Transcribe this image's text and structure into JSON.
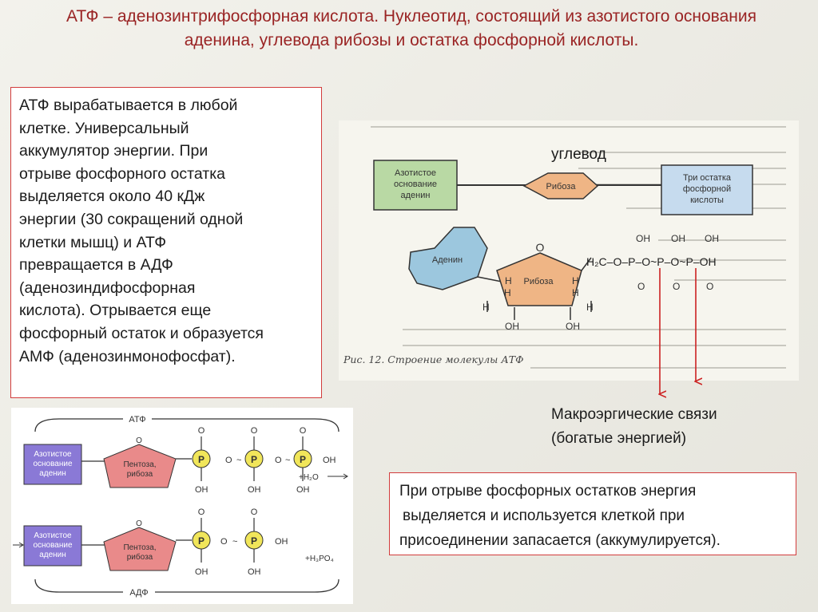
{
  "title": "АТФ – аденозинтрифосфорная кислота. Нуклеотид, состоящий из азотистого основания аденина, углевода рибозы и остатка фосфорной кислоты.",
  "info_box": {
    "lines": [
      "АТФ вырабатывается в любой",
      "клетке. Универсальный",
      "аккумулятор энергии. При",
      "отрыве фосфорного остатка",
      "выделяется около 40 кДж",
      "энергии (30 сокращений одной",
      "клетки мышц) и АТФ",
      "превращается в АДФ",
      "(аденозиндифосфорная",
      "кислота). Отрывается еще",
      "фосфорный остаток и образуется",
      "АМФ (аденозинмонофосфат)."
    ]
  },
  "scan_figure": {
    "label_uglevod": "углевод",
    "box_base": [
      "Азотистое",
      "основание",
      "аденин"
    ],
    "box_ribose": "Рибоза",
    "box_phosphate": [
      "Три остатка",
      "фосфорной",
      "кислоты"
    ],
    "adenine": "Аденин",
    "ribose": "Рибоза",
    "o_ring": "O",
    "h": "H",
    "oh": "OH",
    "chain": "H₂C–O–P–O~P–O~P–OH",
    "o_double": "O",
    "caption": "Рис. 12. Строение молекулы АТФ"
  },
  "macro_bonds": [
    "Макроэргические связи",
    "(богатые энергией)"
  ],
  "energy_box": {
    "lines": [
      "При отрыве фосфорных остатков энергия",
      "выделяется и  используется клеткой при",
      "присоединении запасается (аккумулируется)."
    ]
  },
  "lower_diagram": {
    "atf_label": "АТФ",
    "adf_label": "АДФ",
    "base_box": [
      "Азотистое",
      "основание",
      "аденин"
    ],
    "pentose": [
      "Пентоза,",
      "рибоза"
    ],
    "p": "P",
    "o": "O",
    "oh": "OH",
    "h2o": "+H₂O",
    "h3po4": "+H₃PO₄"
  },
  "colors": {
    "title": "#9a2424",
    "border_red": "#d23c3c",
    "arrow_red": "#cc2222",
    "base_green": "#b9d9a4",
    "ribose_orange": "#efb585",
    "phosphate_blue": "#c6dbee",
    "adenine_blue": "#9cc7de",
    "lower_base_purple": "#8a79d6",
    "lower_pentose_pink": "#e98a8a",
    "lower_p_yellow": "#f1e65a"
  }
}
